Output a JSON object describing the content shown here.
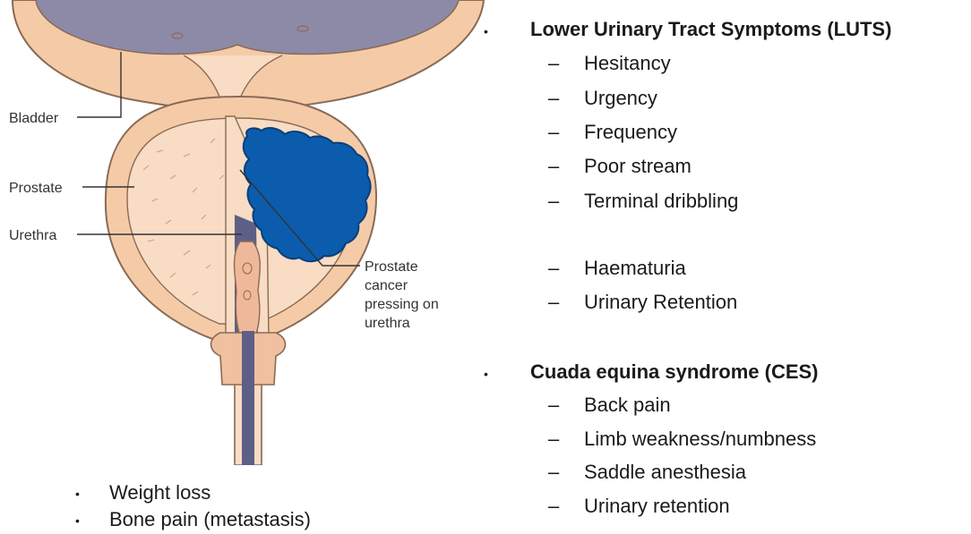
{
  "diagram": {
    "labels": {
      "bladder": "Bladder",
      "prostate": "Prostate",
      "urethra": "Urethra",
      "cancer_line1": "Prostate",
      "cancer_line2": "cancer",
      "cancer_line3": "pressing on",
      "cancer_line4": "urethra"
    },
    "colors": {
      "tissue_outer": "#f5cba7",
      "tissue_inner": "#f8dcc4",
      "tissue_stroke": "#8a6a55",
      "bladder_lumen": "#8d8aa8",
      "urethra_lumen": "#5e5f86",
      "tumor": "#0b5cad",
      "tumor_stroke": "#073f7a"
    }
  },
  "luts": {
    "heading": "Lower Urinary Tract Symptoms (LUTS)",
    "items": [
      "Hesitancy",
      "Urgency",
      "Frequency",
      "Poor stream",
      "Terminal dribbling"
    ],
    "items_extra": [
      "Haematuria",
      "Urinary Retention"
    ]
  },
  "ces": {
    "heading": "Cuada equina syndrome (CES)",
    "items": [
      "Back pain",
      "Limb weakness/numbness",
      "Saddle anesthesia",
      "Urinary retention"
    ]
  },
  "general": {
    "items": [
      "Weight loss",
      "Bone pain (metastasis)"
    ]
  },
  "glyphs": {
    "bullet": "•",
    "dash": "–"
  }
}
